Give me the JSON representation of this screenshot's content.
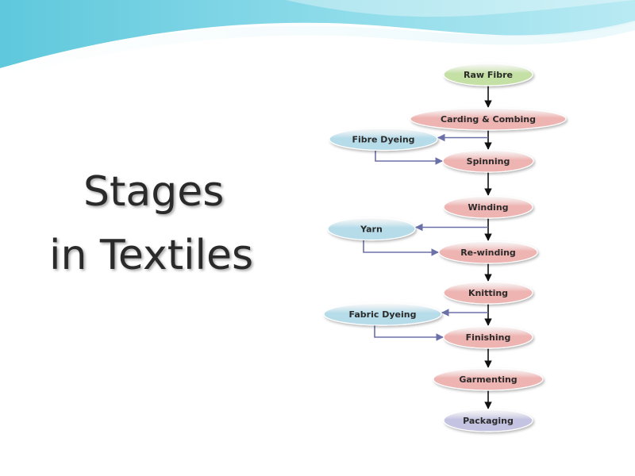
{
  "title": {
    "line1": "Stages",
    "line2": "in Textiles"
  },
  "flowchart": {
    "main_stages": [
      {
        "label": "Raw Fibre",
        "kind": "start"
      },
      {
        "label": "Carding & Combing",
        "kind": "process"
      },
      {
        "label": "Spinning",
        "kind": "process"
      },
      {
        "label": "Winding",
        "kind": "process"
      },
      {
        "label": "Re-winding",
        "kind": "process"
      },
      {
        "label": "Knitting",
        "kind": "process"
      },
      {
        "label": "Finishing",
        "kind": "process"
      },
      {
        "label": "Garmenting",
        "kind": "process"
      },
      {
        "label": "Packaging",
        "kind": "end"
      }
    ],
    "side_stages": [
      {
        "label": "Fibre Dyeing",
        "from": 1,
        "to": 2
      },
      {
        "label": "Yarn",
        "from": 3,
        "to": 4
      },
      {
        "label": "Fabric Dyeing",
        "from": 5,
        "to": 6
      }
    ]
  },
  "colors": {
    "start": "#c4e0a4",
    "process": "#eeb4b2",
    "side": "#b6dcea",
    "end": "#c4c4e2",
    "arrow_main": "#111111",
    "arrow_side": "#6b70a8"
  }
}
